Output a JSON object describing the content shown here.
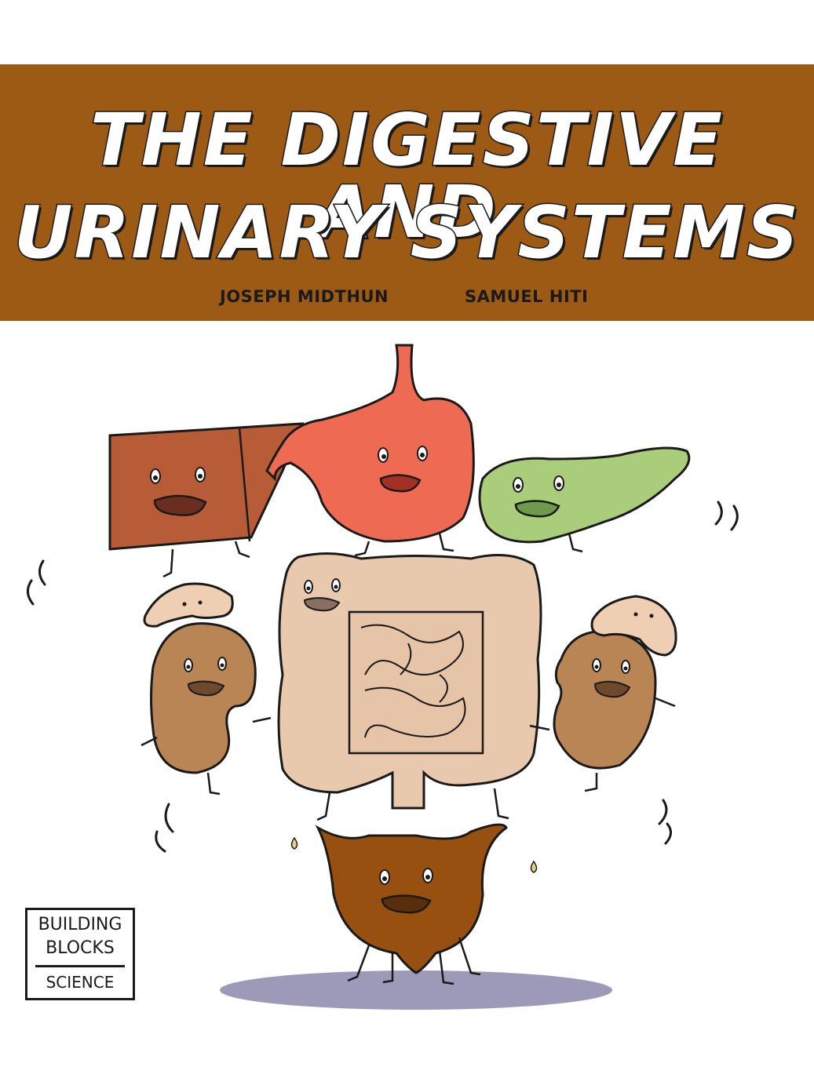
{
  "cover": {
    "title_line_1": "THE DIGESTIVE AND",
    "title_line_2": "URINARY SYSTEMS",
    "author": "JOSEPH MIDTHUN",
    "illustrator": "SAMUEL HITI"
  },
  "series": {
    "line_1": "BUILDING",
    "line_2": "BLOCKS",
    "line_3": "SCIENCE"
  },
  "colors": {
    "banner": "#9c5a14",
    "liver": "#b85c38",
    "stomach": "#ee6a52",
    "pancreas": "#a9cd7a",
    "intestines": "#e8c9ad",
    "kidney": "#b98555",
    "bladder": "#97500f",
    "shadow": "#9c9ab8"
  },
  "icons": [
    "liver-icon",
    "stomach-icon",
    "pancreas-icon",
    "intestines-icon",
    "kidney-icon",
    "adrenal-icon",
    "bladder-icon"
  ]
}
